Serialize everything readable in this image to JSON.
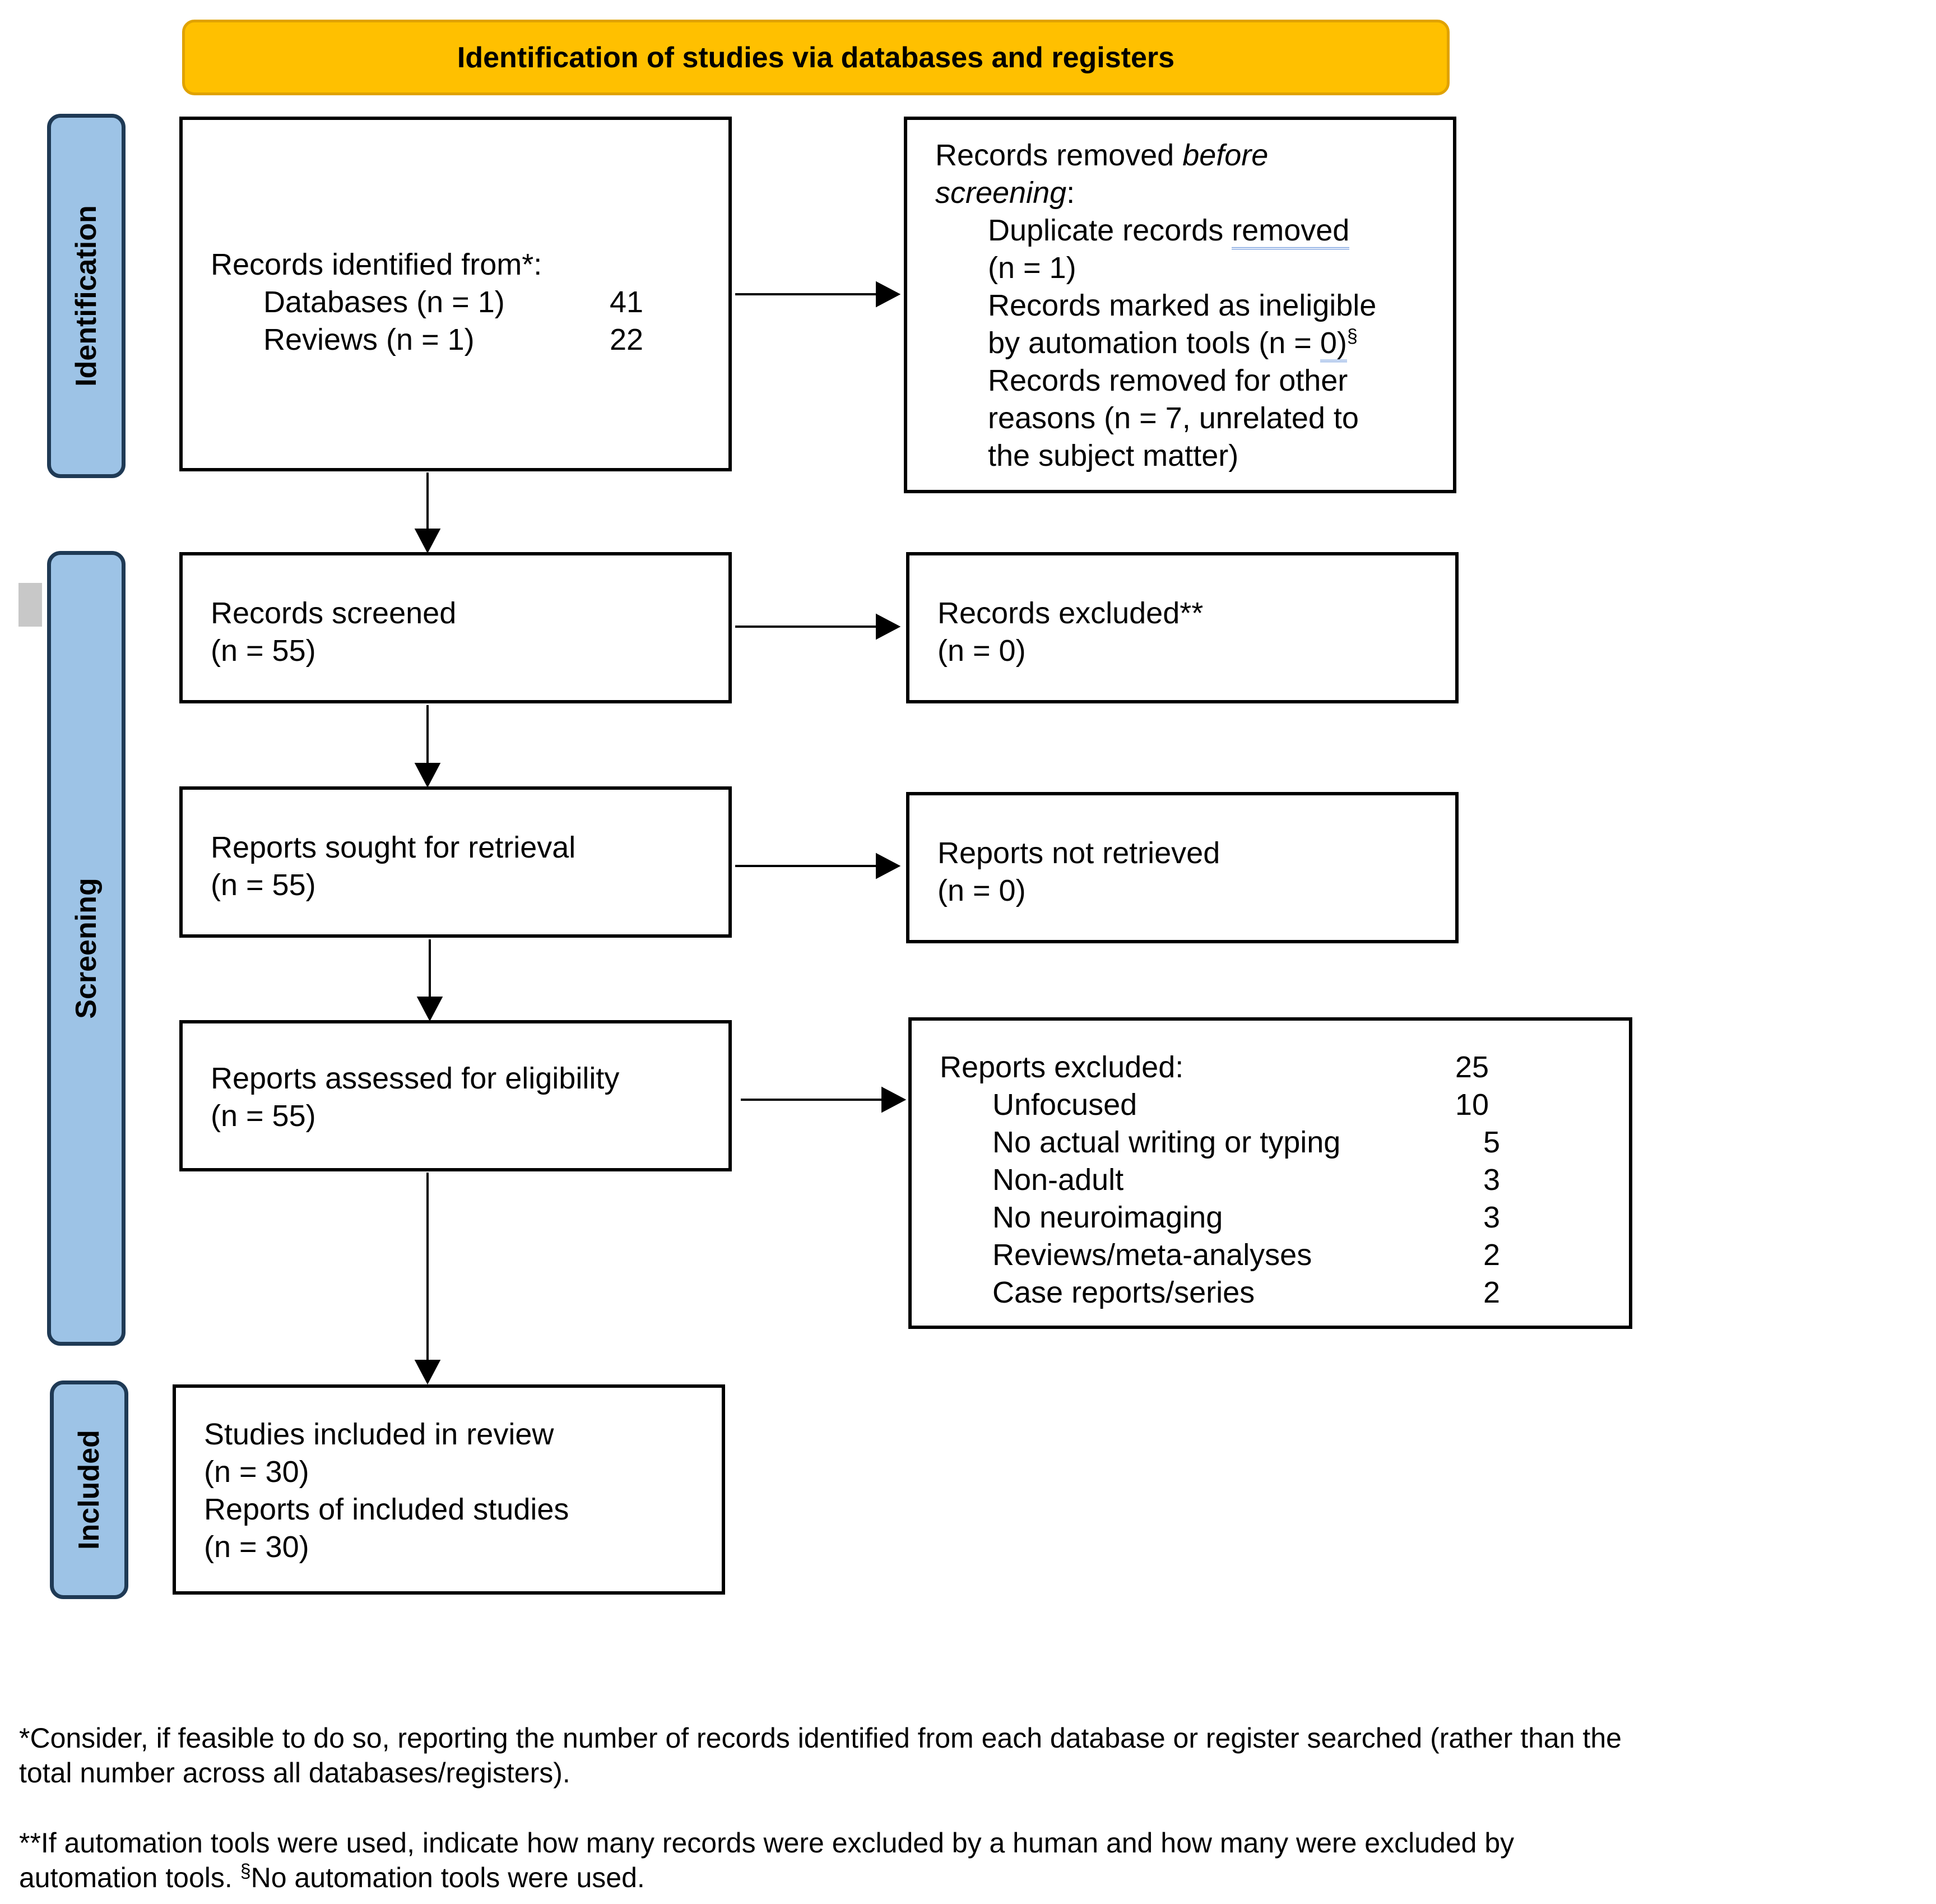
{
  "header": {
    "title": "Identification of studies via databases and registers"
  },
  "phases": {
    "identification": "Identification",
    "screening": "Screening",
    "included": "Included"
  },
  "identified": {
    "heading": "Records identified from*:",
    "databases_label": "Databases (n = 1)",
    "databases_value": "41",
    "reviews_label": "Reviews (n = 1)",
    "reviews_value": "22"
  },
  "removed": {
    "line1_prefix": "Records removed ",
    "line1_italic": "before",
    "line2_italic": "screening",
    "line2_suffix": ":",
    "dup_prefix": "Duplicate records ",
    "dup_underlined": "removed ",
    "dup_count": "(n = 1)",
    "ineligible_line1": "Records marked as ineligible",
    "ineligible_line2_prefix": "by automation tools (n = ",
    "ineligible_value": "0)",
    "ineligible_mark": "§",
    "other_line1": "Records removed for other",
    "other_line2": "reasons (n = 7, unrelated to",
    "other_line3": "the subject matter)"
  },
  "screened": {
    "label": "Records screened",
    "count": "(n = 55)"
  },
  "excluded": {
    "label": "Records excluded**",
    "count": "(n = 0)"
  },
  "sought": {
    "label": "Reports sought for retrieval",
    "count": "(n = 55)"
  },
  "not_retrieved": {
    "label": "Reports not retrieved",
    "count": "(n = 0)"
  },
  "assessed": {
    "label": "Reports assessed for eligibility",
    "count": "(n = 55)"
  },
  "reports_excluded": {
    "heading": "Reports excluded:",
    "total": "25",
    "reasons": [
      {
        "label": "Unfocused",
        "value": "10"
      },
      {
        "label": "No actual writing or typing",
        "value": "5"
      },
      {
        "label": "Non-adult",
        "value": "3"
      },
      {
        "label": "No neuroimaging",
        "value": "3"
      },
      {
        "label": "Reviews/meta-analyses",
        "value": "2"
      },
      {
        "label": "Case reports/series",
        "value": "2"
      }
    ]
  },
  "included": {
    "studies_label": "Studies included in review",
    "studies_count": "(n = 30)",
    "reports_label": "Reports of included studies",
    "reports_count": "(n = 30)"
  },
  "footnotes": {
    "note1_line1": "*Consider, if feasible to do so, reporting the number of records identified from each database or register searched (rather than the",
    "note1_line2": "total number across all databases/registers).",
    "note2_line1": "**If automation tools were used, indicate how many records were excluded by a human and how many were excluded by",
    "note2_line2_prefix": "automation tools. ",
    "note2_mark": "§",
    "note2_line2_suffix": "No automation tools were used."
  }
}
